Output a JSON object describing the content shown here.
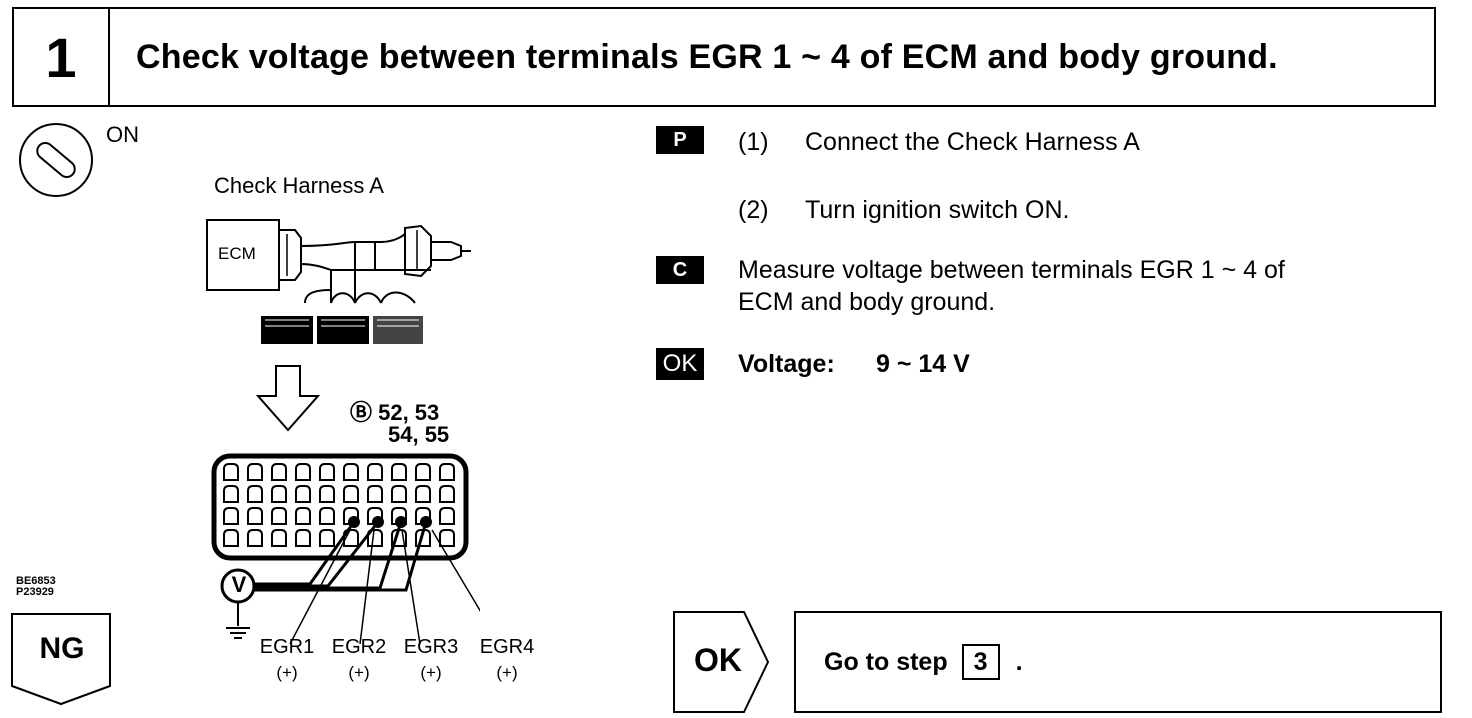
{
  "header": {
    "step_number": "1",
    "title": "Check voltage between terminals EGR 1 ~ 4 of ECM and body ground."
  },
  "diagram": {
    "ignition_label": "ON",
    "harness_label": "Check Harness A",
    "ecm_label": "ECM",
    "connector_ref": "Ⓑ 52, 53",
    "connector_ref2": "54, 55",
    "voltmeter_symbol": "V",
    "figure_codes": [
      "BE6853",
      "P23929"
    ],
    "terminals": [
      {
        "name": "EGR1",
        "polarity": "(+)"
      },
      {
        "name": "EGR2",
        "polarity": "(+)"
      },
      {
        "name": "EGR3",
        "polarity": "(+)"
      },
      {
        "name": "EGR4",
        "polarity": "(+)"
      }
    ]
  },
  "instructions": {
    "prepare_badge": "P",
    "step1_num": "(1)",
    "step1_text": "Connect the Check Harness A",
    "step2_num": "(2)",
    "step2_text": "Turn ignition switch ON.",
    "check_badge": "C",
    "check_line1": "Measure voltage between terminals EGR 1 ~ 4 of",
    "check_line2": "ECM and body ground.",
    "ok_badge": "OK",
    "spec_label": "Voltage:",
    "spec_value": "9 ~ 14 V"
  },
  "result": {
    "ng_label": "NG",
    "ok_label": "OK",
    "go_to_text": "Go to step",
    "go_to_step": "3",
    "period": "."
  }
}
